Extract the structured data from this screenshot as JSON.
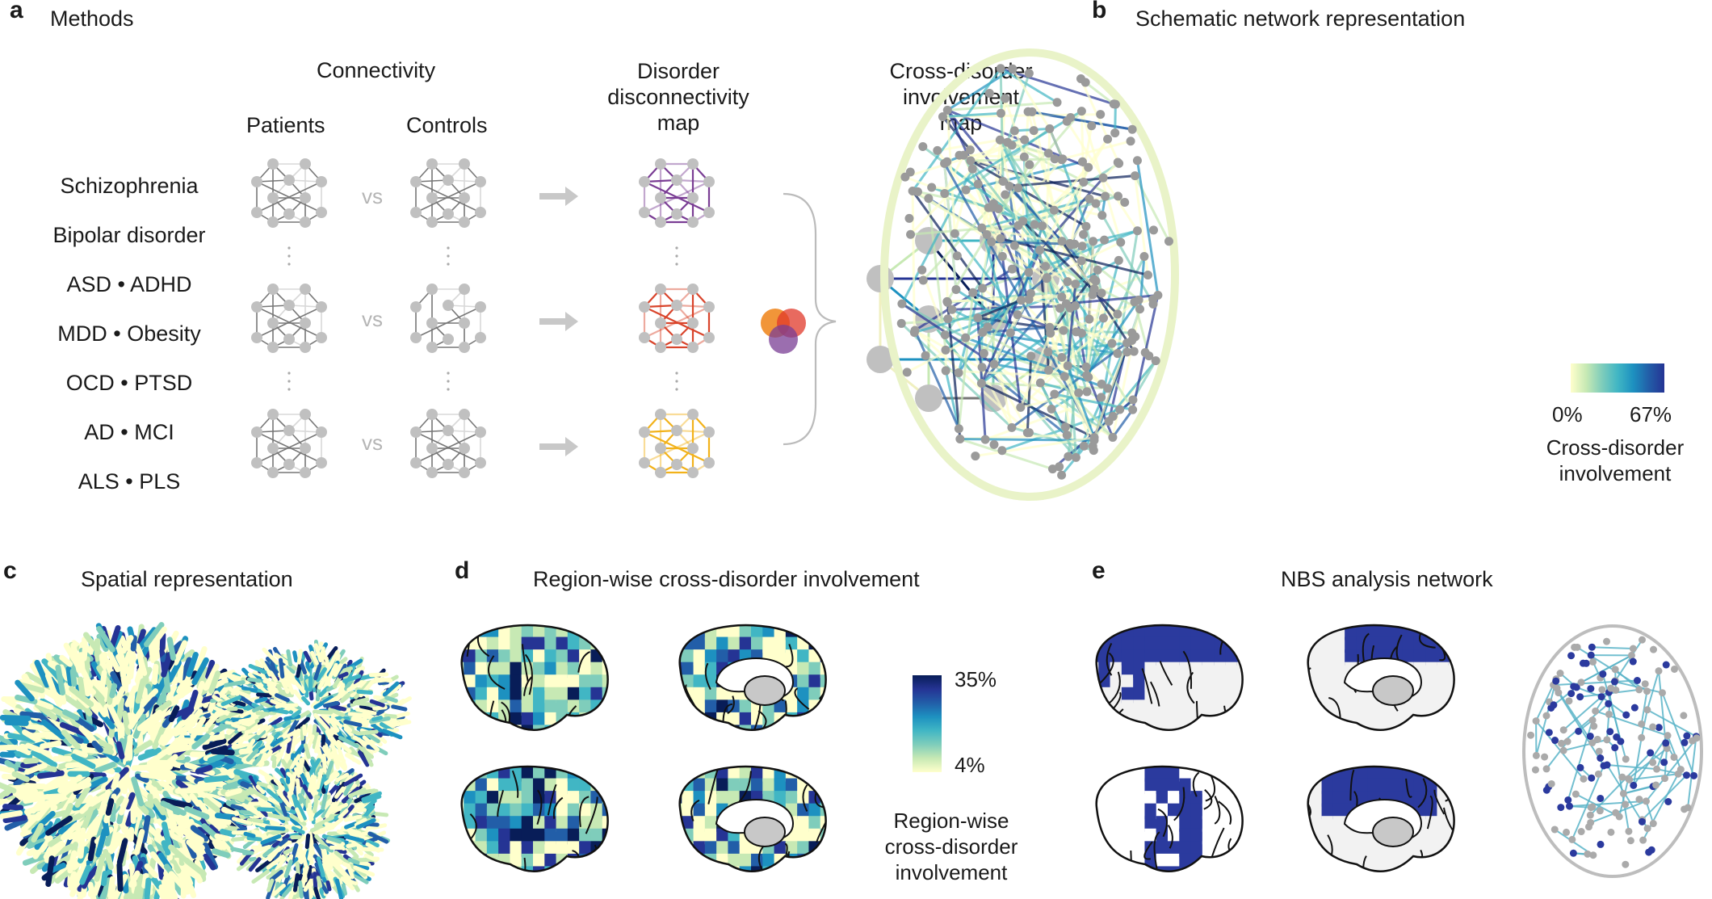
{
  "panels": {
    "a": {
      "letter": "a",
      "title": "Methods",
      "connectivity": "Connectivity",
      "patients": "Patients",
      "controls": "Controls",
      "disorder_map": [
        "Disorder",
        "disconnectivity",
        "map"
      ],
      "cross_map": [
        "Cross-disorder",
        "involvement",
        "map"
      ],
      "vs": "vs",
      "disorders": [
        "Schizophrenia",
        "Bipolar disorder",
        "ASD • ADHD",
        "MDD • Obesity",
        "OCD • PTSD",
        "AD • MCI",
        "ALS • PLS"
      ]
    },
    "b": {
      "letter": "b",
      "title": "Schematic network representation",
      "cb_min": "0%",
      "cb_max": "67%",
      "cb_label": [
        "Cross-disorder",
        "involvement"
      ]
    },
    "c": {
      "letter": "c",
      "title": "Spatial representation"
    },
    "d": {
      "letter": "d",
      "title": "Region-wise cross-disorder involvement",
      "cb_max": "35%",
      "cb_min": "4%",
      "cb_label": [
        "Region-wise",
        "cross-disorder",
        "involvement"
      ]
    },
    "e": {
      "letter": "e",
      "title": "NBS analysis network"
    }
  },
  "colors": {
    "node": "#c0c0c0",
    "arrow": "#c8c8c8",
    "purple": "#7a3d94",
    "red": "#d9442b",
    "yellow": "#f2b21a",
    "cmap": [
      "#ffffcc",
      "#c7e9b4",
      "#7fcdbb",
      "#41b6c4",
      "#1d91c0",
      "#225ea8",
      "#253494",
      "#081d58"
    ],
    "nbs": "#2b3a9e"
  }
}
